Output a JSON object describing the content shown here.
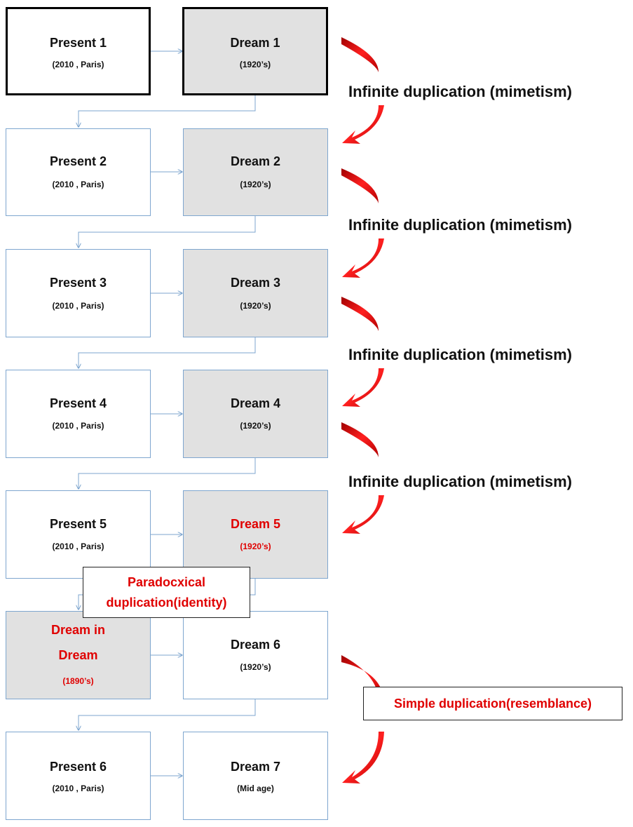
{
  "boxes": [
    {
      "id": "present-1",
      "title": "Present  1",
      "sub": "(2010 , Paris)"
    },
    {
      "id": "dream-1",
      "title": "Dream 1",
      "sub": "(1920’s)"
    },
    {
      "id": "present-2",
      "title": "Present 2",
      "sub": "(2010 , Paris)"
    },
    {
      "id": "dream-2",
      "title": "Dream 2",
      "sub": "(1920’s)"
    },
    {
      "id": "present-3",
      "title": "Present 3",
      "sub": "(2010 , Paris)"
    },
    {
      "id": "dream-3",
      "title": "Dream 3",
      "sub": "(1920’s)"
    },
    {
      "id": "present-4",
      "title": "Present 4",
      "sub": "(2010 , Paris)"
    },
    {
      "id": "dream-4",
      "title": "Dream 4",
      "sub": "(1920’s)"
    },
    {
      "id": "present-5",
      "title": "Present 5",
      "sub": "(2010 , Paris)"
    },
    {
      "id": "dream-5",
      "title": "Dream 5",
      "sub": "(1920’s)"
    },
    {
      "id": "dream-in-dream",
      "title_line1": "Dream in",
      "title_line2": "Dream",
      "sub": "(1890’s)"
    },
    {
      "id": "dream-6",
      "title": "Dream 6",
      "sub": "(1920’s)"
    },
    {
      "id": "present-6",
      "title": "Present 6",
      "sub": "(2010 , Paris)"
    },
    {
      "id": "dream-7",
      "title": "Dream 7",
      "sub": "(Mid age)"
    }
  ],
  "labels": {
    "infinite_1": "Infinite duplication (mimetism)",
    "infinite_2": "Infinite duplication (mimetism)",
    "infinite_3": "Infinite duplication (mimetism)",
    "infinite_4": "Infinite duplication (mimetism)",
    "paradox_line1": "Paradocxical",
    "paradox_line2": "duplication(identity)",
    "simple": "Simple duplication(resemblance)"
  },
  "colors": {
    "connector": "#7ea6cf",
    "highlight_text": "#e00000",
    "dream_fill": "#e1e1e1",
    "arrow_red": "#e00000"
  }
}
